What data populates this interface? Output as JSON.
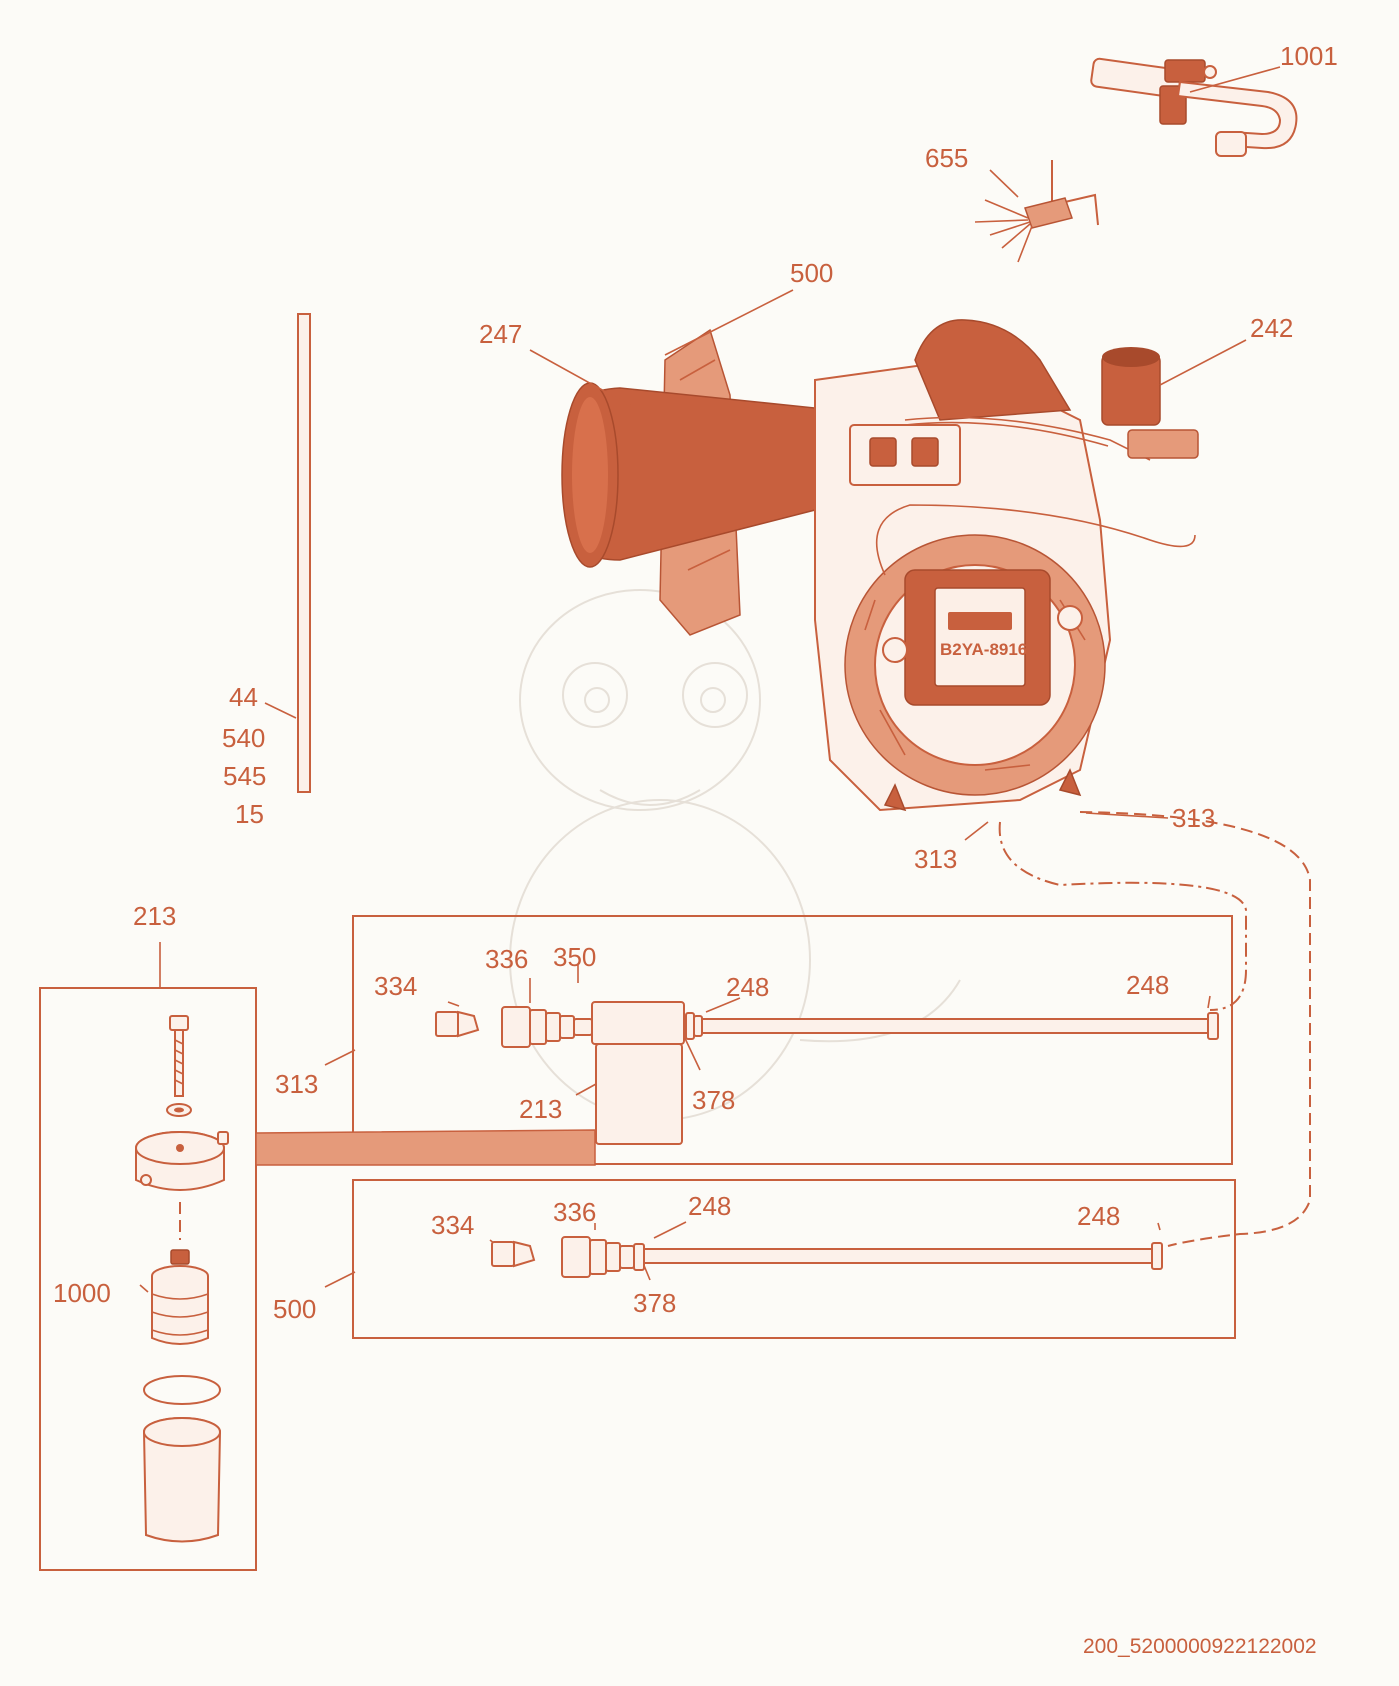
{
  "diagram_code": "200_5200000922122002",
  "nameplate_model": "B2YA-8916",
  "colors": {
    "accent": "#c8603e",
    "background": "#fcfbf7"
  },
  "labels": {
    "l1001": "1001",
    "l655": "655",
    "l500_top": "500",
    "l247": "247",
    "l242": "242",
    "l44": "44",
    "l540": "540",
    "l545": "545",
    "l15": "15",
    "l313_right": "313",
    "l313_left": "313",
    "l213_top": "213",
    "l336_a": "336",
    "l350": "350",
    "l334_a": "334",
    "l248_a": "248",
    "l248_b": "248",
    "l313_box": "313",
    "l213_mid": "213",
    "l378_a": "378",
    "l334_b": "334",
    "l336_b": "336",
    "l248_c": "248",
    "l248_d": "248",
    "l500_box": "500",
    "l378_b": "378",
    "l1000": "1000"
  }
}
